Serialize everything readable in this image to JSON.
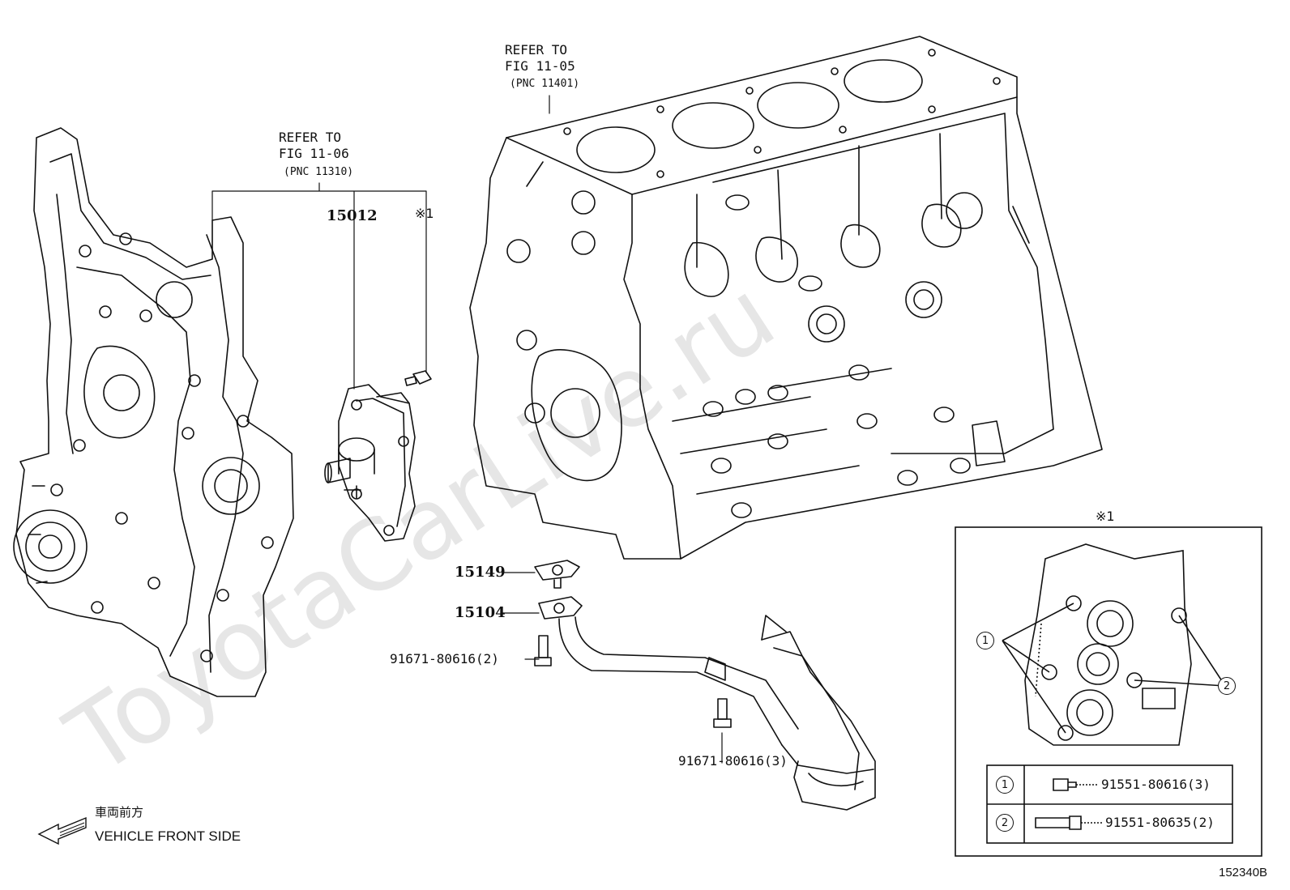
{
  "refs": {
    "block": {
      "line1": "REFER TO",
      "line2": "FIG 11-05",
      "line3": "(PNC 11401)"
    },
    "cover": {
      "line1": "REFER TO",
      "line2": "FIG 11-06",
      "line3": "(PNC 11310)"
    }
  },
  "parts": {
    "water_pump": "15012",
    "mark_top": "※1",
    "gasket": "15149",
    "strainer": "15104",
    "bolt_a": "91671-80616(2)",
    "bolt_b": "91671-80616(3)"
  },
  "detail": {
    "mark": "※1",
    "callout_1": "1",
    "callout_2": "2",
    "rows": [
      {
        "num": "1",
        "part": "91551-80616(3)"
      },
      {
        "num": "2",
        "part": "91551-80635(2)"
      }
    ]
  },
  "direction": {
    "jp": "車両前方",
    "en": "VEHICLE FRONT SIDE"
  },
  "watermark": "ToyotaCarLive.ru",
  "figure_id": "152340B"
}
